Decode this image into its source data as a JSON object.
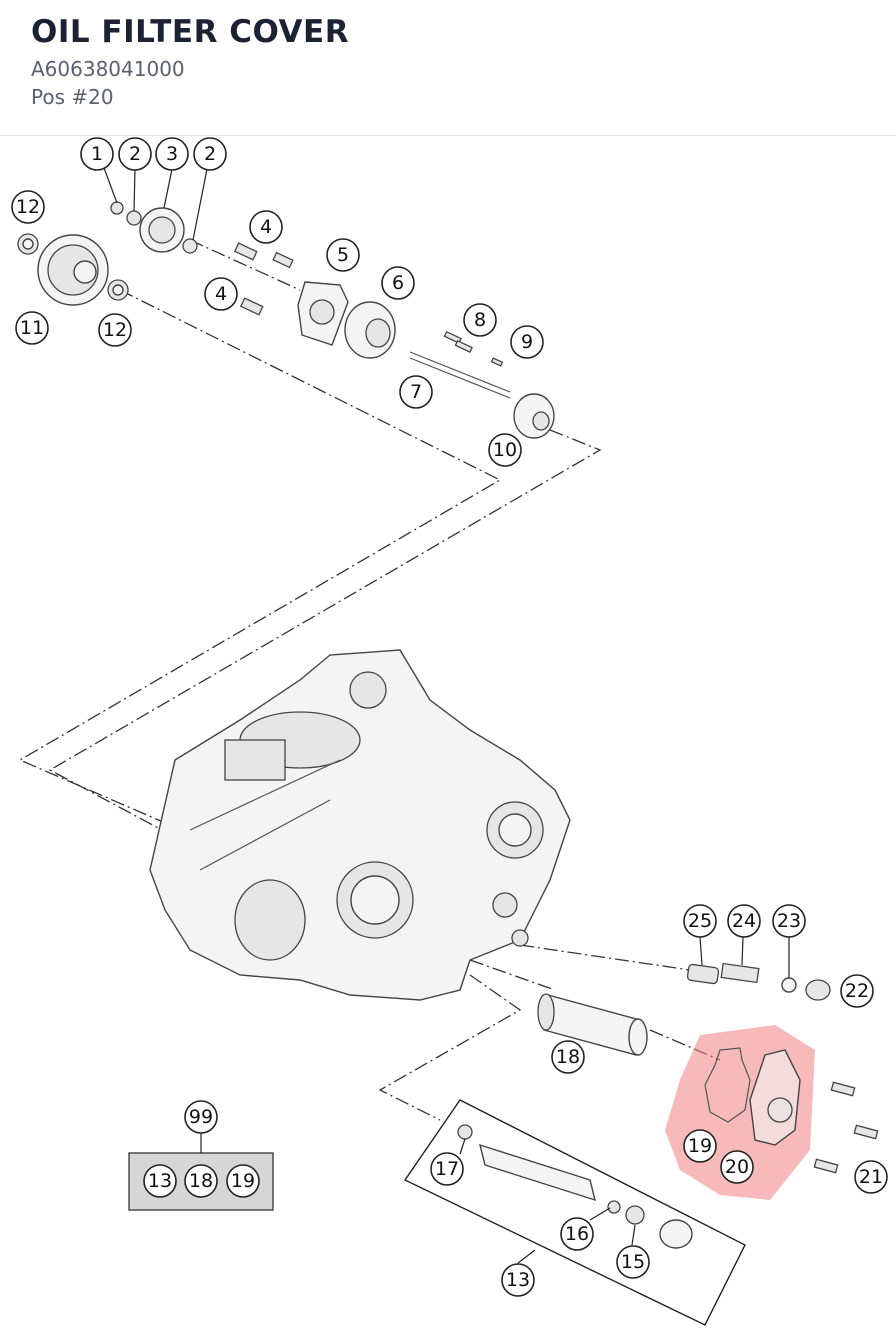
{
  "header": {
    "title": "OIL FILTER COVER",
    "part_number": "A60638041000",
    "position": "Pos #20"
  },
  "callouts": [
    {
      "label": "1"
    },
    {
      "label": "2"
    },
    {
      "label": "3"
    },
    {
      "label": "2"
    },
    {
      "label": "12"
    },
    {
      "label": "11"
    },
    {
      "label": "12"
    },
    {
      "label": "4"
    },
    {
      "label": "4"
    },
    {
      "label": "5"
    },
    {
      "label": "6"
    },
    {
      "label": "8"
    },
    {
      "label": "9"
    },
    {
      "label": "7"
    },
    {
      "label": "10"
    },
    {
      "label": "25"
    },
    {
      "label": "24"
    },
    {
      "label": "23"
    },
    {
      "label": "22"
    },
    {
      "label": "18"
    },
    {
      "label": "19"
    },
    {
      "label": "20"
    },
    {
      "label": "21"
    },
    {
      "label": "17"
    },
    {
      "label": "16"
    },
    {
      "label": "15"
    },
    {
      "label": "13"
    },
    {
      "label": "99"
    }
  ],
  "kit": {
    "label": "99",
    "items": [
      "13",
      "18",
      "19"
    ]
  },
  "highlight": {
    "selected_position": "20",
    "color": "#f08080"
  }
}
